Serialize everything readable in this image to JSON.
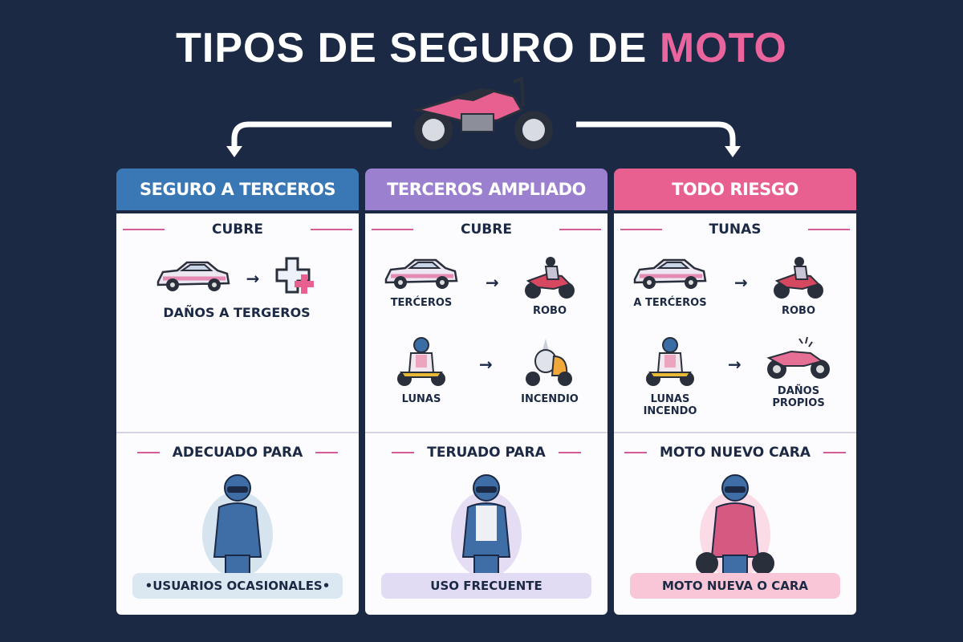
{
  "title": {
    "main": "TIPOS DE SEGURO DE",
    "accent": "MOTO"
  },
  "colors": {
    "background": "#1b2944",
    "accent": "#ea649d",
    "blue": "#3a78b5",
    "purple": "#9b80cf",
    "pink": "#e8608f"
  },
  "columns": [
    {
      "header": "SEGURO A TERCEROS",
      "color": "#3a78b5",
      "cover_heading": "CUBRE",
      "items": [
        {
          "label": "DAÑOS A TERGEROS",
          "icons": [
            "car-icon",
            "medical-cross-icon"
          ]
        }
      ],
      "suited_heading": "ADECUADO PARA",
      "pill": "•USUARIOS OCASIONALES•",
      "pill_color": "#dbe8f1",
      "halo": "#d5e4ef"
    },
    {
      "header": "TERCEROS AMPLIADO",
      "color": "#9b80cf",
      "cover_heading": "CUBRE",
      "items": [
        {
          "label": "TERĆEROS",
          "icon": "car-icon"
        },
        {
          "label": "ROBO",
          "icon": "motorcycle-thief-icon"
        },
        {
          "label": "LUNAS",
          "icon": "rider-icon"
        },
        {
          "label": "INCENDIO",
          "icon": "fire-motorcycle-icon"
        }
      ],
      "suited_heading": "TERUADO PARA",
      "pill": "USO FRECUENTE",
      "pill_color": "#e2dbf4",
      "halo": "#e4ddf3"
    },
    {
      "header": "TODO RIESGO",
      "color": "#e8608f",
      "cover_heading": "TUNAS",
      "items": [
        {
          "label": "A TERĆEROS",
          "icon": "car-icon"
        },
        {
          "label": "ROBO",
          "icon": "motorcycle-thief-icon"
        },
        {
          "label": "LUNAS INCENDO",
          "icon": "rider-icon"
        },
        {
          "label": "DAÑOS PROPIOS",
          "icon": "damaged-motorcycle-icon"
        }
      ],
      "suited_heading": "MOTO NUEVO CARA",
      "pill": "MOTO NUEVA O CARA",
      "pill_color": "#f8c6d6",
      "halo": "#fbdbe6"
    }
  ]
}
